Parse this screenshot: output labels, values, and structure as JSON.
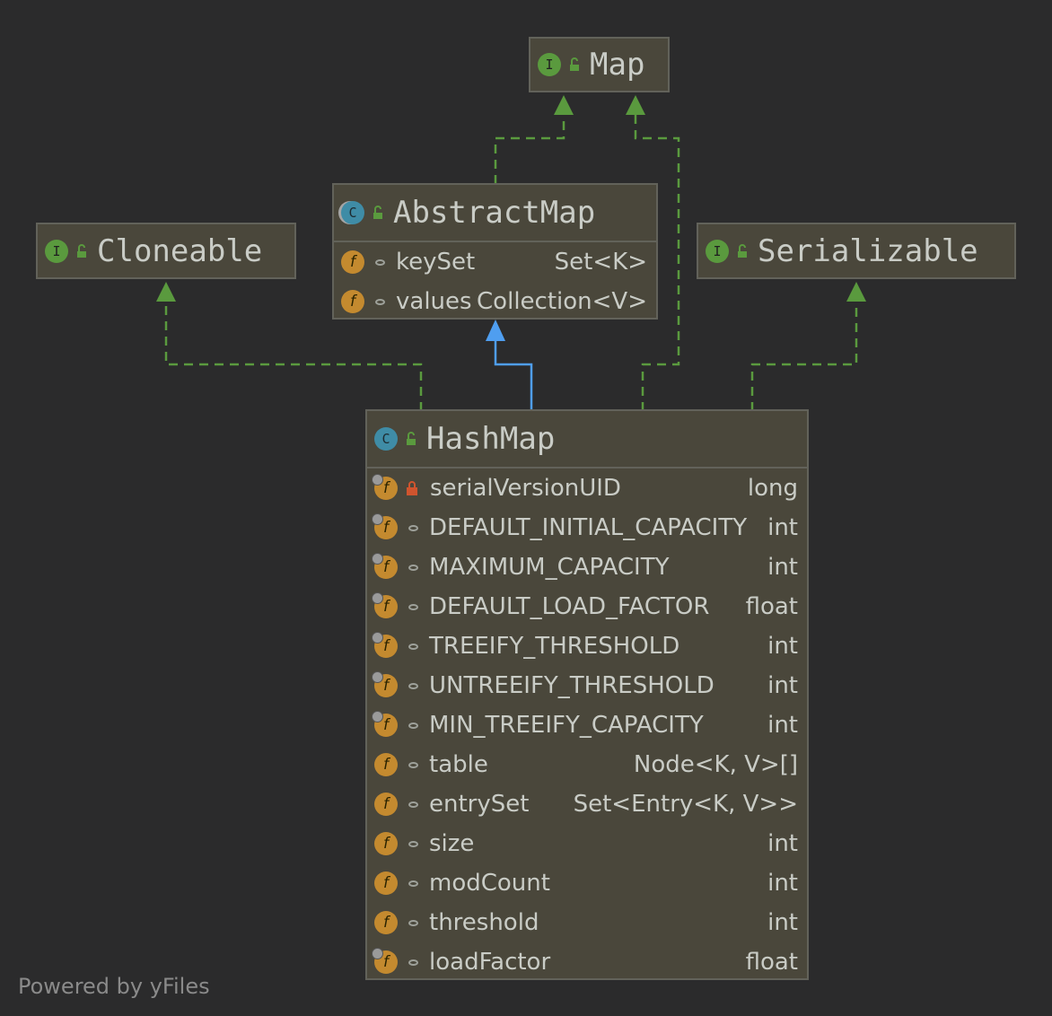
{
  "nodes": {
    "map": {
      "name": "Map",
      "kind": "I",
      "visibility": "public"
    },
    "abstract_map": {
      "name": "AbstractMap",
      "kind": "C",
      "visibility": "public",
      "fields": [
        {
          "name": "keySet",
          "type": "Set<K>",
          "icon": "f",
          "visibility": "package"
        },
        {
          "name": "values",
          "type": "Collection<V>",
          "icon": "f",
          "visibility": "package"
        }
      ]
    },
    "cloneable": {
      "name": "Cloneable",
      "kind": "I",
      "visibility": "public"
    },
    "serializable": {
      "name": "Serializable",
      "kind": "I",
      "visibility": "public"
    },
    "hash_map": {
      "name": "HashMap",
      "kind": "C",
      "visibility": "public",
      "fields": [
        {
          "name": "serialVersionUID",
          "type": "long",
          "icon": "f",
          "static_final": true,
          "visibility": "private"
        },
        {
          "name": "DEFAULT_INITIAL_CAPACITY",
          "type": "int",
          "icon": "f",
          "static_final": true,
          "visibility": "package"
        },
        {
          "name": "MAXIMUM_CAPACITY",
          "type": "int",
          "icon": "f",
          "static_final": true,
          "visibility": "package"
        },
        {
          "name": "DEFAULT_LOAD_FACTOR",
          "type": "float",
          "icon": "f",
          "static_final": true,
          "visibility": "package"
        },
        {
          "name": "TREEIFY_THRESHOLD",
          "type": "int",
          "icon": "f",
          "static_final": true,
          "visibility": "package"
        },
        {
          "name": "UNTREEIFY_THRESHOLD",
          "type": "int",
          "icon": "f",
          "static_final": true,
          "visibility": "package"
        },
        {
          "name": "MIN_TREEIFY_CAPACITY",
          "type": "int",
          "icon": "f",
          "static_final": true,
          "visibility": "package"
        },
        {
          "name": "table",
          "type": "Node<K, V>[]",
          "icon": "f",
          "visibility": "package"
        },
        {
          "name": "entrySet",
          "type": "Set<Entry<K, V>>",
          "icon": "f",
          "visibility": "package"
        },
        {
          "name": "size",
          "type": "int",
          "icon": "f",
          "visibility": "package"
        },
        {
          "name": "modCount",
          "type": "int",
          "icon": "f",
          "visibility": "package"
        },
        {
          "name": "threshold",
          "type": "int",
          "icon": "f",
          "visibility": "package"
        },
        {
          "name": "loadFactor",
          "type": "float",
          "icon": "f",
          "static_final": true,
          "visibility": "package"
        }
      ]
    }
  },
  "edges": [
    {
      "from": "AbstractMap",
      "to": "Map",
      "kind": "implements"
    },
    {
      "from": "HashMap",
      "to": "Map",
      "kind": "implements"
    },
    {
      "from": "HashMap",
      "to": "Cloneable",
      "kind": "implements"
    },
    {
      "from": "HashMap",
      "to": "Serializable",
      "kind": "implements"
    },
    {
      "from": "HashMap",
      "to": "AbstractMap",
      "kind": "extends"
    }
  ],
  "colors": {
    "background": "#2b2b2c",
    "implements_edge": "#5a9a3e",
    "extends_edge": "#4f9ef0",
    "node_fill": "#4a473b",
    "field_icon": "#c48a2f"
  },
  "watermark": "Powered by yFiles"
}
